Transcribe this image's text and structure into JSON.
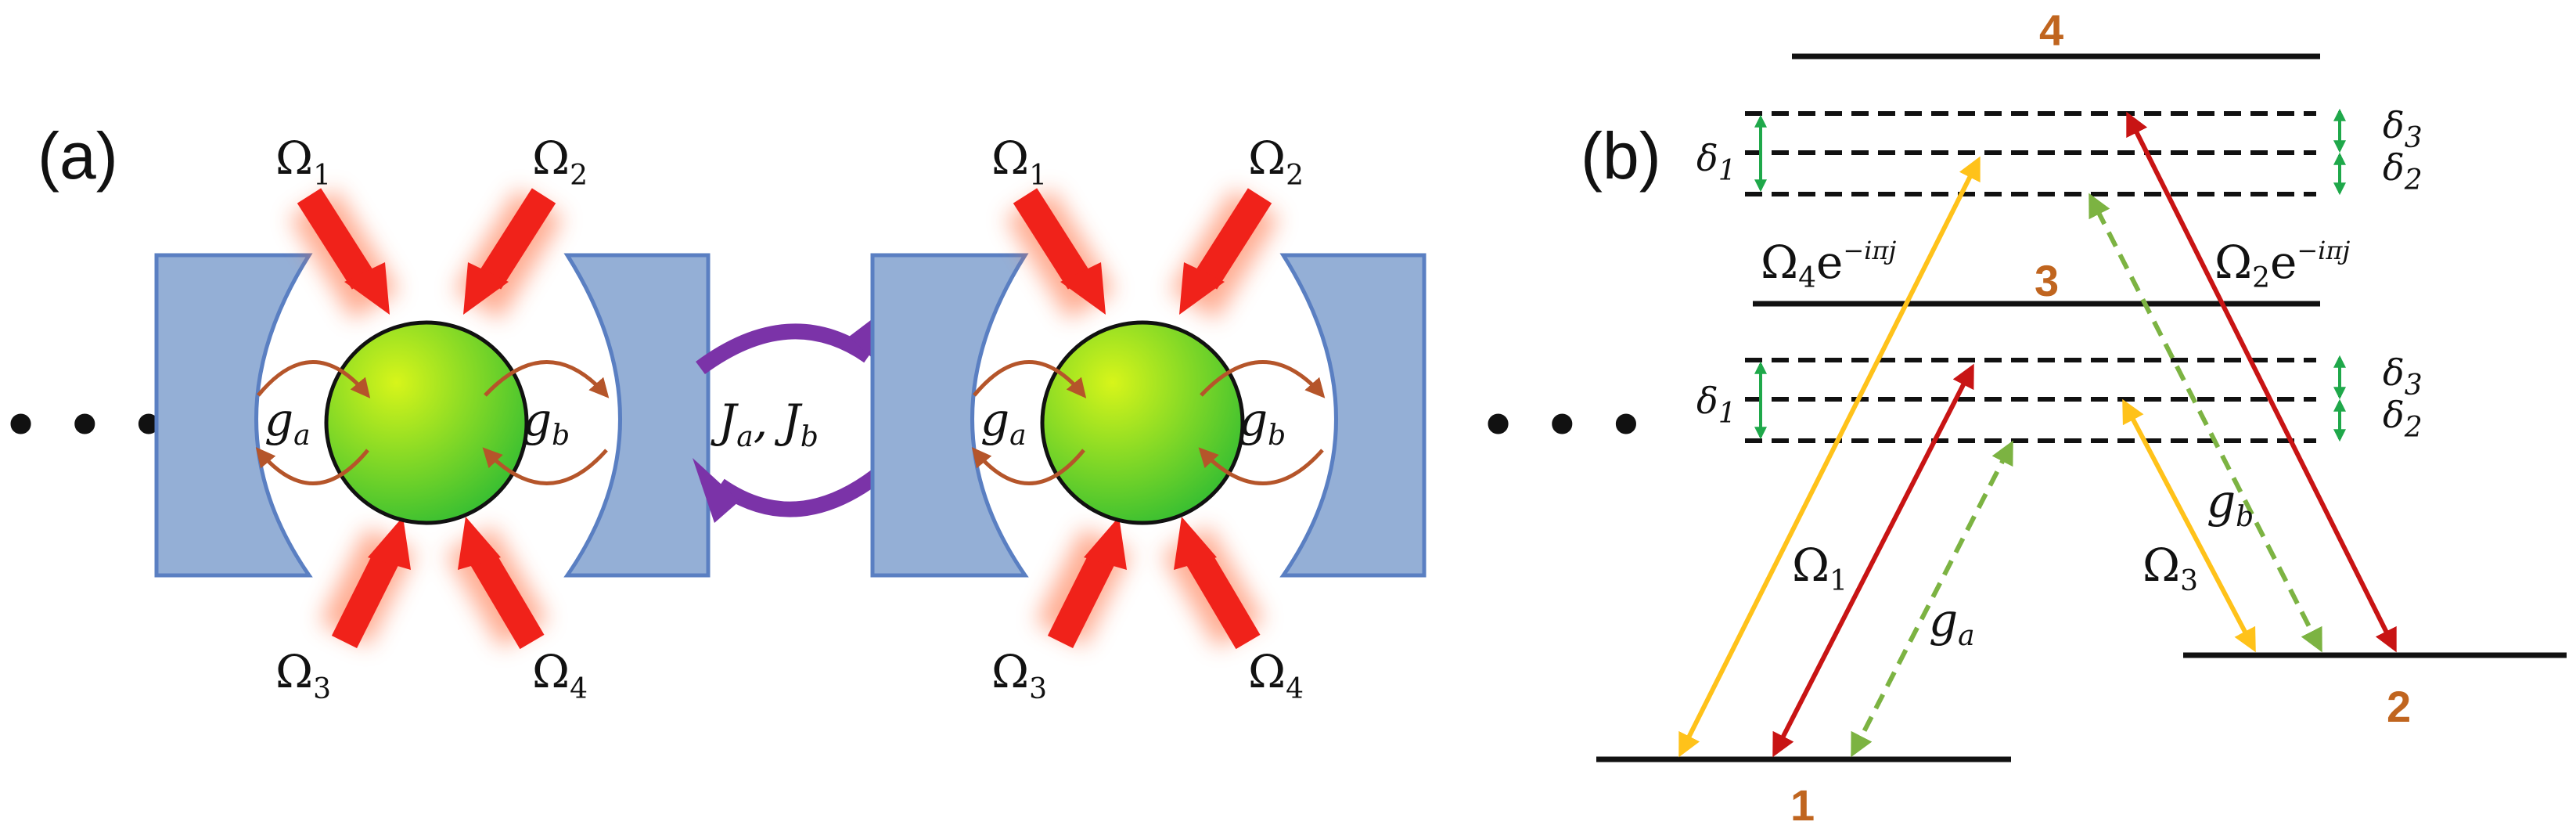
{
  "panels": {
    "a": "(a)",
    "b": "(b)"
  },
  "ellipsis": "• • •",
  "panel_a": {
    "omega_base": "Ω",
    "omega_subs": [
      "1",
      "2",
      "3",
      "4"
    ],
    "g_base": "g",
    "g_subs": [
      "a",
      "b"
    ],
    "coupling_text": "J",
    "coupling_subs": [
      "a",
      "b"
    ]
  },
  "panel_b": {
    "levels": [
      "1",
      "2",
      "3",
      "4"
    ],
    "delta_base": "δ",
    "delta_subs": [
      "1",
      "2",
      "3"
    ],
    "omega_base": "Ω",
    "omega_subs": [
      "1",
      "2",
      "3",
      "4"
    ],
    "phase_text": "e",
    "phase_sup": "−iπj",
    "g_base": "g",
    "g_subs": [
      "a",
      "b"
    ]
  },
  "colors": {
    "cavity": "#94afd6",
    "cavity_stroke": "#5a7fc2",
    "atom_light": "#c8ef1a",
    "atom_dark": "#2dbb33",
    "pump": "#f0221a",
    "coupling": "#7b33a8",
    "thin_arrow": "#b5552a",
    "omega_red": "#c81414",
    "omega_yellow": "#ffc21a",
    "g_dashed": "#7cb342",
    "delta": "#1fa84a",
    "level_label": "#c0651f"
  }
}
